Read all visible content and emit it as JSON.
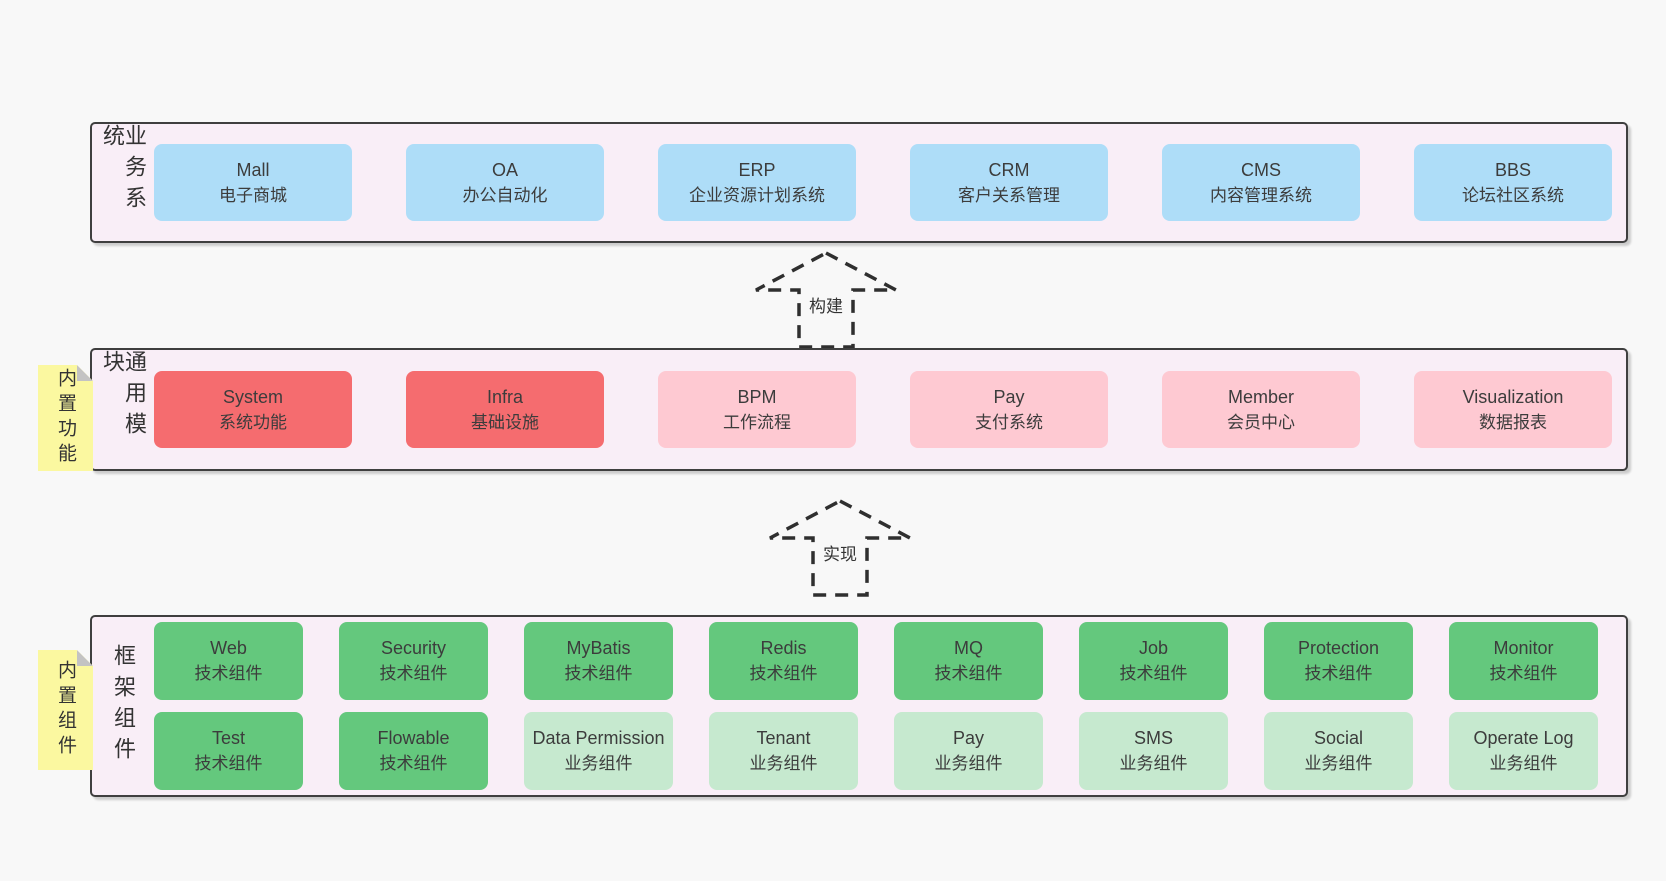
{
  "palette": {
    "page_bg": "#f8f8f8",
    "panel_bg": "#f9eef7",
    "blue": "#aeddf8",
    "red": "#f56c6f",
    "pink": "#fec9d2",
    "green": "#64c87d",
    "green_light": "#c6e9cf",
    "note_yellow": "#fbf8a0"
  },
  "arrows": [
    {
      "label": "构建"
    },
    {
      "label": "实现"
    }
  ],
  "layers": [
    {
      "label": "业务系统",
      "rows": [
        [
          {
            "name": "Mall",
            "subtitle": "电子商城"
          },
          {
            "name": "OA",
            "subtitle": "办公自动化"
          },
          {
            "name": "ERP",
            "subtitle": "企业资源计划系统"
          },
          {
            "name": "CRM",
            "subtitle": "客户关系管理"
          },
          {
            "name": "CMS",
            "subtitle": "内容管理系统"
          },
          {
            "name": "BBS",
            "subtitle": "论坛社区系统"
          }
        ]
      ]
    },
    {
      "label": "通用模块",
      "note": "内置功能",
      "rows": [
        [
          {
            "name": "System",
            "subtitle": "系统功能"
          },
          {
            "name": "Infra",
            "subtitle": "基础设施"
          },
          {
            "name": "BPM",
            "subtitle": "工作流程"
          },
          {
            "name": "Pay",
            "subtitle": "支付系统"
          },
          {
            "name": "Member",
            "subtitle": "会员中心"
          },
          {
            "name": "Visualization",
            "subtitle": "数据报表"
          }
        ]
      ]
    },
    {
      "label": "框架组件",
      "note": "内置组件",
      "rows": [
        [
          {
            "name": "Web",
            "subtitle": "技术组件"
          },
          {
            "name": "Security",
            "subtitle": "技术组件"
          },
          {
            "name": "MyBatis",
            "subtitle": "技术组件"
          },
          {
            "name": "Redis",
            "subtitle": "技术组件"
          },
          {
            "name": "MQ",
            "subtitle": "技术组件"
          },
          {
            "name": "Job",
            "subtitle": "技术组件"
          },
          {
            "name": "Protection",
            "subtitle": "技术组件"
          },
          {
            "name": "Monitor",
            "subtitle": "技术组件"
          }
        ],
        [
          {
            "name": "Test",
            "subtitle": "技术组件"
          },
          {
            "name": "Flowable",
            "subtitle": "技术组件"
          },
          {
            "name": "Data Permission",
            "subtitle": "业务组件"
          },
          {
            "name": "Tenant",
            "subtitle": "业务组件"
          },
          {
            "name": "Pay",
            "subtitle": "业务组件"
          },
          {
            "name": "SMS",
            "subtitle": "业务组件"
          },
          {
            "name": "Social",
            "subtitle": "业务组件"
          },
          {
            "name": "Operate Log",
            "subtitle": "业务组件"
          }
        ]
      ]
    }
  ]
}
